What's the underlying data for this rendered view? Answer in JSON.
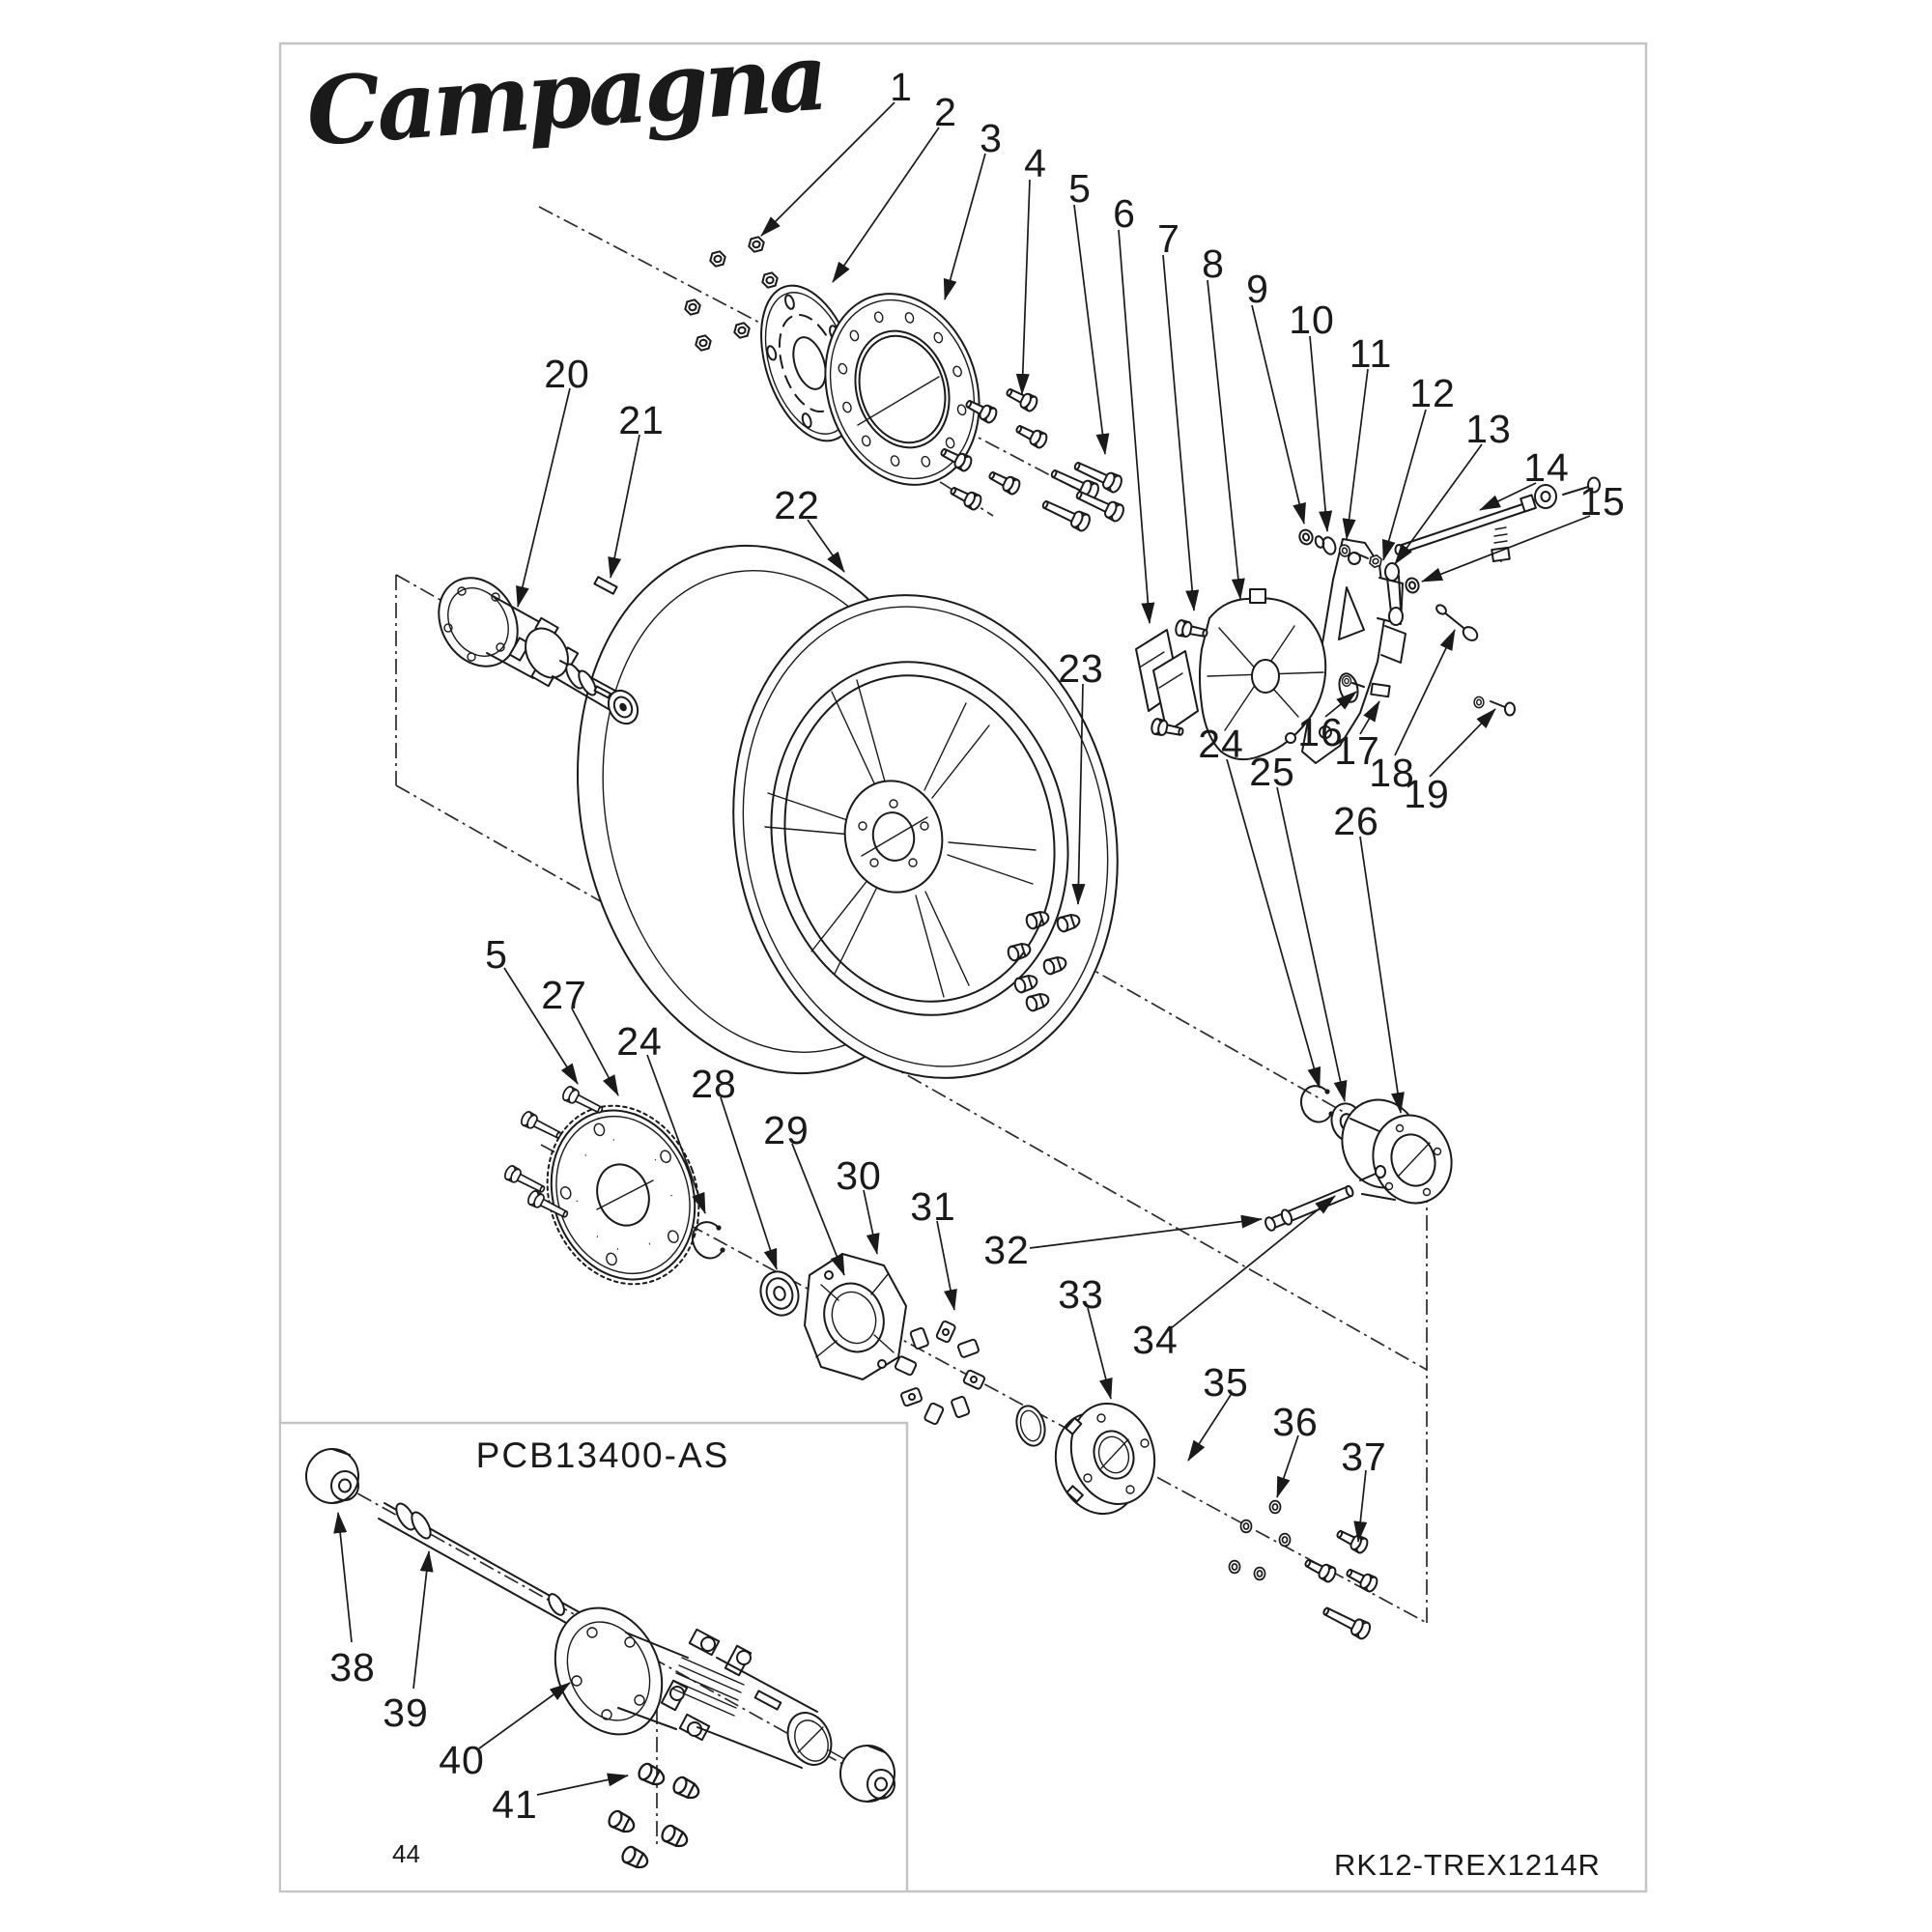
{
  "page": {
    "brand_logo": "Campagna",
    "page_number": "44",
    "doc_code": "RK12-TREX1214R"
  },
  "inset": {
    "part_number": "PCB13400-AS"
  },
  "callouts": {
    "1": "1",
    "2": "2",
    "3": "3",
    "4": "4",
    "5": "5",
    "6": "6",
    "7": "7",
    "8": "8",
    "9": "9",
    "10": "10",
    "11": "11",
    "12": "12",
    "13": "13",
    "14": "14",
    "15": "15",
    "16": "16",
    "17": "17",
    "18": "18",
    "19": "19",
    "20": "20",
    "21": "21",
    "22": "22",
    "23": "23",
    "24": "24",
    "25": "25",
    "26": "26",
    "27": "27",
    "28": "28",
    "29": "29",
    "30": "30",
    "31": "31",
    "32": "32",
    "33": "33",
    "34": "34",
    "35": "35",
    "36": "36",
    "37": "37",
    "38": "38",
    "39": "39",
    "40": "40",
    "41": "41",
    "44": "44"
  },
  "colors": {
    "ink": "#1a1a1a",
    "page_border": "#c4c4c4",
    "background": "#ffffff"
  }
}
